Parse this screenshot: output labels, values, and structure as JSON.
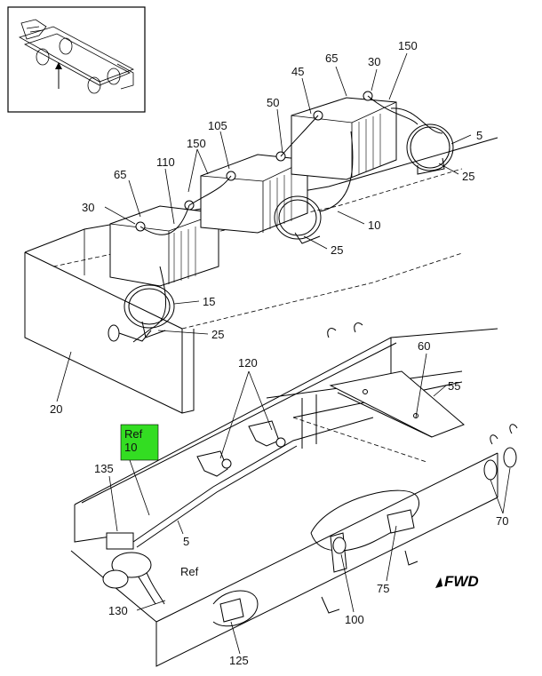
{
  "callouts": {
    "c5a": "5",
    "c5b": "5",
    "c10": "10",
    "c15": "15",
    "c20": "20",
    "c25a": "25",
    "c25b": "25",
    "c25c": "25",
    "c30a": "30",
    "c30b": "30",
    "c45": "45",
    "c50": "50",
    "c55": "55",
    "c60": "60",
    "c65a": "65",
    "c65b": "65",
    "c70": "70",
    "c75": "75",
    "c100": "100",
    "c105": "105",
    "c110": "110",
    "c120": "120",
    "c125": "125",
    "c130": "130",
    "c135": "135",
    "c150a": "150",
    "c150b": "150"
  },
  "ref_labels": {
    "ref_text": "Ref",
    "ref_box_word": "Ref",
    "ref_box_number": "10"
  },
  "direction_marker": "FWD",
  "colors": {
    "ref_box_fill": "#33dd22",
    "line": "#000000",
    "background": "#ffffff"
  }
}
